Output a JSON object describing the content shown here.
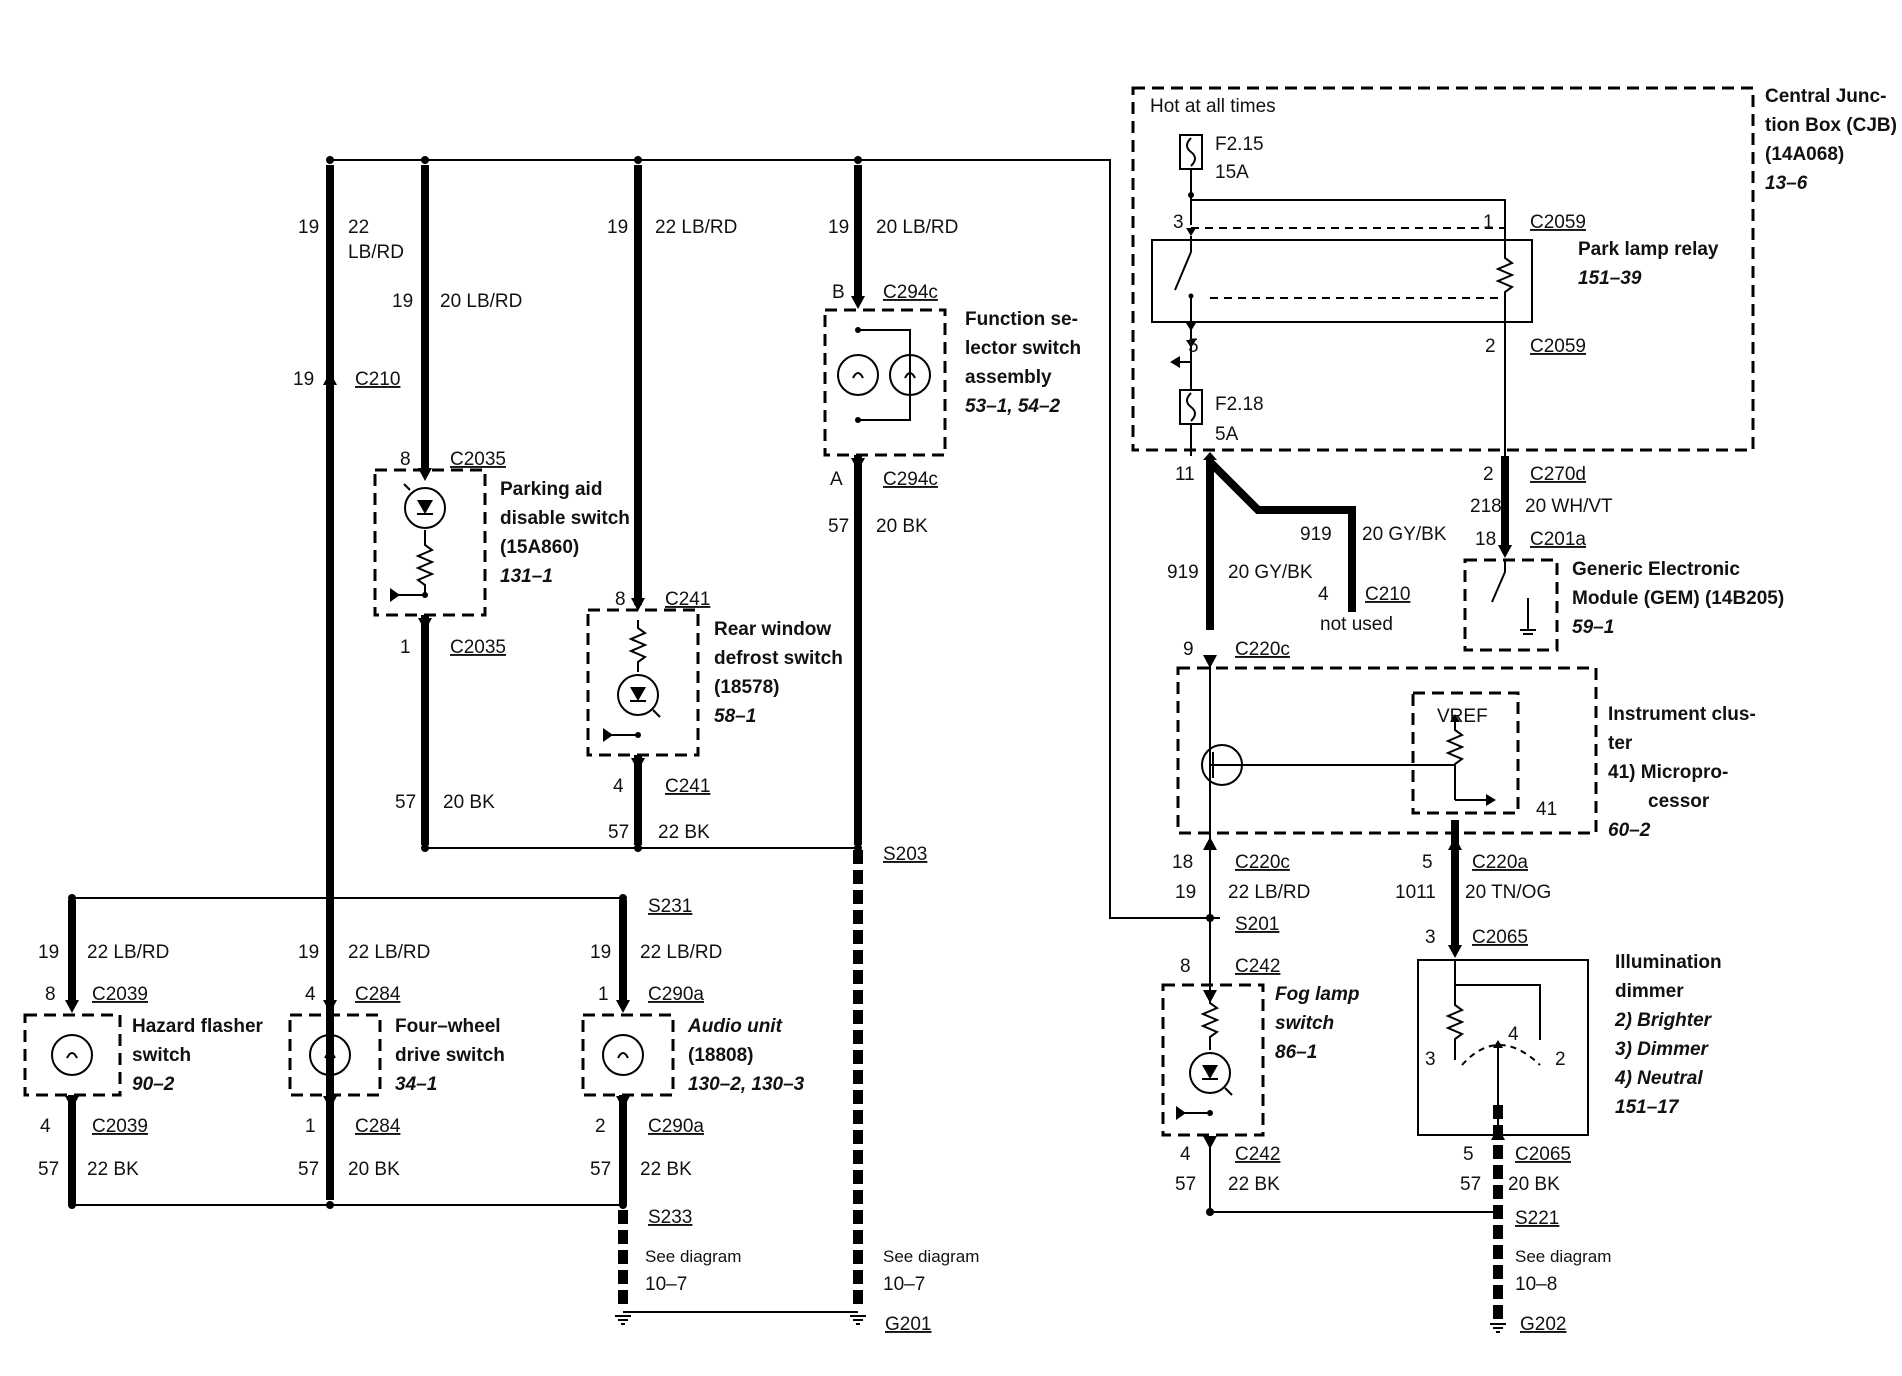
{
  "cjb": {
    "hot": "Hot at all times",
    "f215": "F2.15",
    "f215a": "15A",
    "f218": "F2.18",
    "f218a": "5A",
    "title1": "Central Junc-",
    "title2": "tion Box (CJB)",
    "title3": "(14A068)",
    "ref": "13–6",
    "relay": "Park lamp relay",
    "relay_ref": "151–39",
    "pin3": "3",
    "pin1": "1",
    "pin5": "5",
    "pin2": "2",
    "c2059a": "C2059",
    "c2059b": "C2059"
  },
  "left": {
    "w1_num": "19",
    "w1_a": "22",
    "w1_b": "LB/RD",
    "c210_num": "19",
    "c210": "C210",
    "w2_num": "19",
    "w2": "20 LB/RD",
    "pa_top_pin": "8",
    "pa_top_c": "C2035",
    "pa1": "Parking aid",
    "pa2": "disable switch",
    "pa3": "(15A860)",
    "pa_ref": "131–1",
    "pa_bot_pin": "1",
    "pa_bot_c": "C2035",
    "pa_gnd_num": "57",
    "pa_gnd": "20 BK",
    "w3_num": "19",
    "w3": "22 LB/RD",
    "rw_top_pin": "8",
    "rw_top_c": "C241",
    "rw1": "Rear window",
    "rw2": "defrost switch",
    "rw3": "(18578)",
    "rw_ref": "58–1",
    "rw_bot_pin": "4",
    "rw_bot_c": "C241",
    "rw_gnd_num": "57",
    "rw_gnd": "22 BK",
    "w4_num": "19",
    "w4": "20 LB/RD",
    "fs_top_pin": "B",
    "fs_top_c": "C294c",
    "fs1": "Function se-",
    "fs2": "lector switch",
    "fs3": "assembly",
    "fs_ref": "53–1, 54–2",
    "fs_bot_pin": "A",
    "fs_bot_c": "C294c",
    "fs_gnd_num": "57",
    "fs_gnd": "20 BK",
    "s203": "S203",
    "s231": "S231",
    "s233": "S233",
    "see1": "See diagram",
    "see1b": "10–7",
    "see2": "See diagram",
    "see2b": "10–7",
    "g201": "G201"
  },
  "bottom": {
    "hz_num": "19",
    "hz_w": "22 LB/RD",
    "hz_top_pin": "8",
    "hz_top_c": "C2039",
    "hz1": "Hazard flasher",
    "hz2": "switch",
    "hz_ref": "90–2",
    "hz_bot_pin": "4",
    "hz_bot_c": "C2039",
    "hz_gnd_num": "57",
    "hz_gnd": "22 BK",
    "fw_num": "19",
    "fw_w": "22 LB/RD",
    "fw_top_pin": "4",
    "fw_top_c": "C284",
    "fw1": "Four–wheel",
    "fw2": "drive switch",
    "fw_ref": "34–1",
    "fw_bot_pin": "1",
    "fw_bot_c": "C284",
    "fw_gnd_num": "57",
    "fw_gnd": "20 BK",
    "au_num": "19",
    "au_w": "22 LB/RD",
    "au_top_pin": "1",
    "au_top_c": "C290a",
    "au1": "Audio unit",
    "au2": "(18808)",
    "au_ref": "130–2, 130–3",
    "au_bot_pin": "2",
    "au_bot_c": "C290a",
    "au_gnd_num": "57",
    "au_gnd": "22 BK"
  },
  "right": {
    "p11": "11",
    "w919a_num": "919",
    "w919a": "20 GY/BK",
    "w919b_num": "919",
    "w919b": "20 GY/BK",
    "c210_pin": "4",
    "c210": "C210",
    "not_used": "not used",
    "c270d_pin": "2",
    "c270d": "C270d",
    "w218_num": "218",
    "w218": "20 WH/VT",
    "c201a_pin": "18",
    "c201a": "C201a",
    "gem1": "Generic Electronic",
    "gem2": "Module (GEM) (14B205)",
    "gem_ref": "59–1",
    "c220c_pin": "9",
    "c220c": "C220c",
    "vref": "VREF",
    "p41": "41",
    "ic1": "Instrument clus-",
    "ic2": "ter",
    "ic3": "41)  Micropro-",
    "ic4": "cessor",
    "ic_ref": "60–2",
    "c220c_b_pin": "18",
    "c220c_b": "C220c",
    "w19_num": "19",
    "w19": "22 LB/RD",
    "c220a_pin": "5",
    "c220a": "C220a",
    "w1011_num": "1011",
    "w1011": "20 TN/OG",
    "s201": "S201",
    "c242_top_pin": "8",
    "c242_top": "C242",
    "fl1": "Fog lamp",
    "fl2": "switch",
    "fl_ref": "86–1",
    "c242_bot_pin": "4",
    "c242_bot": "C242",
    "fl_gnd_num": "57",
    "fl_gnd": "22 BK",
    "c2065_pin": "3",
    "c2065": "C2065",
    "id1": "Illumination",
    "id2": "dimmer",
    "id3": "2)   Brighter",
    "id4": "3)   Dimmer",
    "id5": "4)   Neutral",
    "id_ref": "151–17",
    "d3": "3",
    "d4": "4",
    "d2": "2",
    "c2065_bot_pin": "5",
    "c2065_bot": "C2065",
    "id_gnd_num": "57",
    "id_gnd": "20 BK",
    "s221": "S221",
    "see3": "See diagram",
    "see3b": "10–8",
    "g202": "G202"
  }
}
